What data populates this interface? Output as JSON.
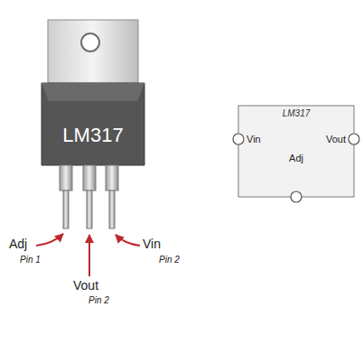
{
  "diagram": {
    "nodes": [
      {
        "text": [
          "LM317"
        ]
      },
      {
        "text": [
          "LM317",
          "Vin",
          "Vout",
          "Adj"
        ]
      }
    ],
    "labels": [
      "Adj",
      "Pin 1",
      "Vout",
      "Pin 2",
      "Vin",
      "Pin 2"
    ]
  }
}
